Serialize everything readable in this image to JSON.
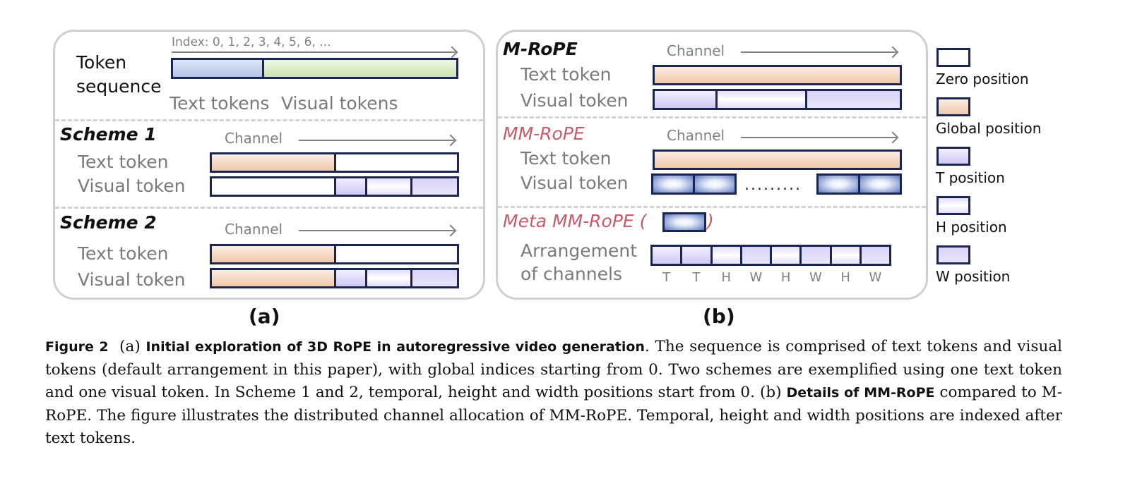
{
  "panel_a": {
    "index_label": "Index: 0, 1, 2, 3, 4, 5, 6, ...",
    "token_sequence_label": [
      "Token",
      "sequence"
    ],
    "text_tokens_label": "Text tokens",
    "visual_tokens_label": "Visual tokens",
    "scheme1": {
      "title": "Scheme 1",
      "channel_label": "Channel",
      "text_token_label": "Text token",
      "visual_token_label": "Visual token",
      "text_segments": [
        "global",
        "zero"
      ],
      "visual_segments": [
        "zero",
        "T",
        "H",
        "W"
      ]
    },
    "scheme2": {
      "title": "Scheme 2",
      "channel_label": "Channel",
      "text_token_label": "Text token",
      "visual_token_label": "Visual token",
      "text_segments": [
        "global",
        "zero"
      ],
      "visual_segments": [
        "global",
        "T",
        "H",
        "W"
      ]
    },
    "sublabel": "(a)"
  },
  "panel_b": {
    "mrope": {
      "title": "M-RoPE",
      "channel_label": "Channel",
      "text_token_label": "Text token",
      "visual_token_label": "Visual token",
      "text_segments": [
        "global"
      ],
      "visual_segments": [
        "T",
        "H",
        "W"
      ]
    },
    "mmrope": {
      "title": "MM-RoPE",
      "channel_label": "Channel",
      "text_token_label": "Text token",
      "visual_token_label": "Visual token",
      "ellipsis": "........."
    },
    "meta": {
      "title": "Meta MM-RoPE (",
      "close_paren": ")",
      "arrangement_label": [
        "Arrangement",
        "of channels"
      ],
      "channels": [
        "T",
        "T",
        "H",
        "W",
        "H",
        "W",
        "H",
        "W"
      ]
    },
    "sublabel": "(b)"
  },
  "legend": [
    {
      "label": "Zero position",
      "kind": "zero"
    },
    {
      "label": "Global position",
      "kind": "global"
    },
    {
      "label": "T position",
      "kind": "tpos"
    },
    {
      "label": "H position",
      "kind": "hpos"
    },
    {
      "label": "W position",
      "kind": "wpos"
    }
  ],
  "caption": {
    "figure_label": "Figure 2",
    "part_a": "(a)",
    "bold_a": "Initial exploration of 3D RoPE in autoregressive video generation",
    "text_a": ". The sequence is comprised of text tokens and visual tokens (default arrangement in this paper), with global indices starting from 0. Two schemes are exemplified using one text token and one visual token. In Scheme 1 and 2, temporal, height and width positions start from 0.",
    "part_b": "(b)",
    "bold_b": "Details of MM-RoPE",
    "text_b": " compared to M-RoPE. The figure illustrates the distributed channel allocation of MM-RoPE. Temporal, height and width positions are indexed after text tokens."
  }
}
